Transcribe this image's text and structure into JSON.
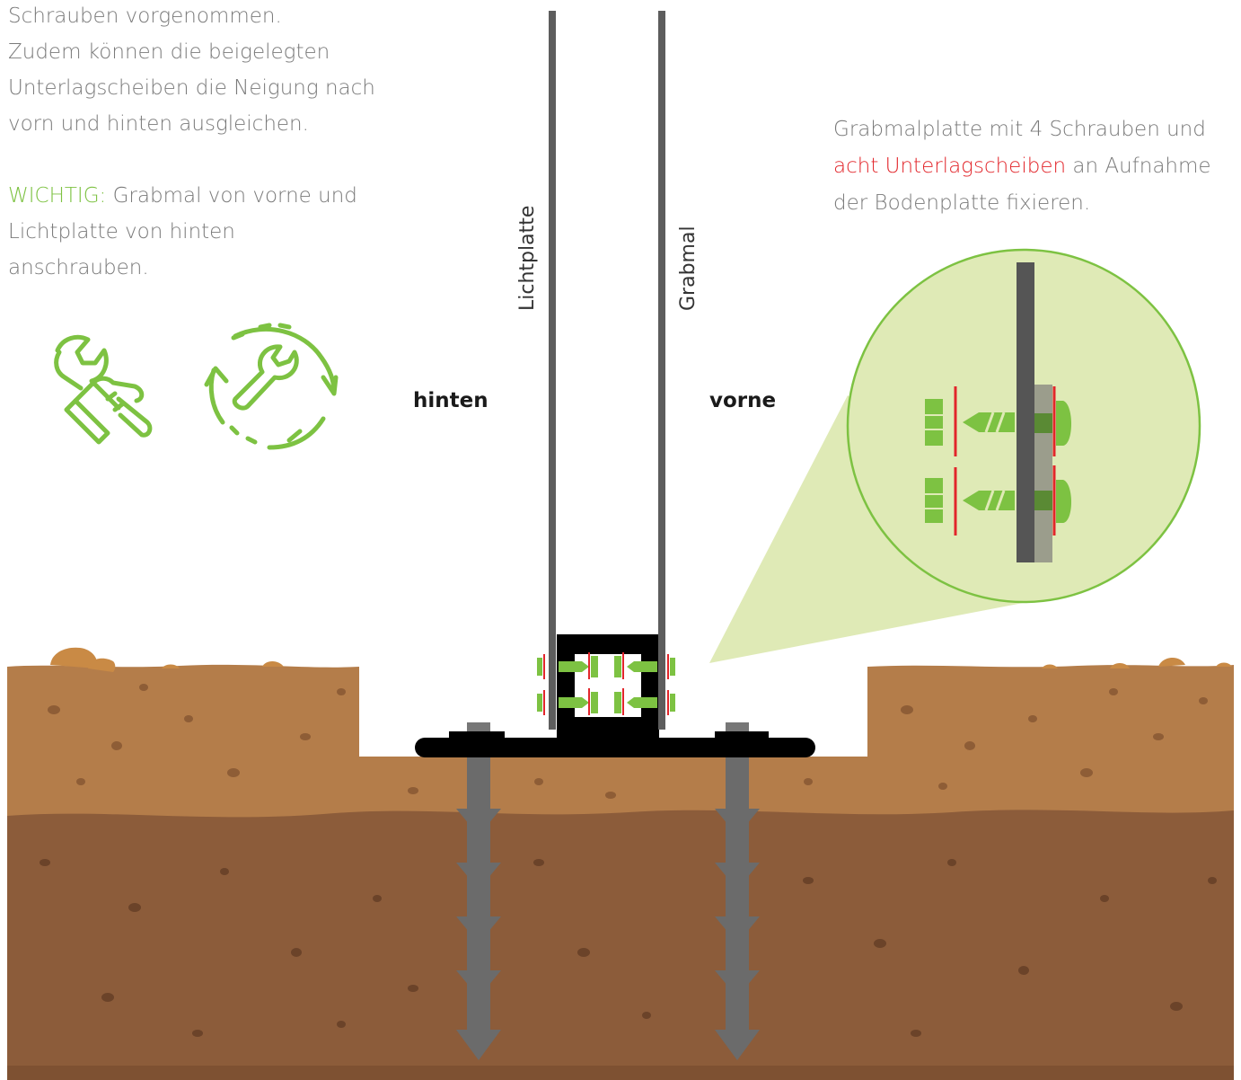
{
  "intro": {
    "line1": "Schrauben vorgenommen.",
    "line2": "Zudem können die beigelegten",
    "line3": "Unterlagscheiben die Neigung nach",
    "line4": "vorn und hinten ausgleichen."
  },
  "important": {
    "keyword": "WICHTIG:",
    "line1_rest": " Grabmal von vorne und",
    "line2": "Lichtplatte von hinten",
    "line3": "anschrauben."
  },
  "instruction": {
    "line1": "Grabmalplatte mit 4 Schrauben und",
    "highlight": "acht Unterlagscheiben",
    "line2_rest": " an Aufnahme",
    "line3": "der Bodenplatte fixieren."
  },
  "labels": {
    "lichtplatte": "Lichtplatte",
    "grabmal": "Grabmal",
    "hinten": "hinten",
    "vorne": "vorne"
  },
  "icons": [
    "wrench-hand-icon",
    "wrench-cycle-icon"
  ],
  "colors": {
    "accent_green": "#7dc242",
    "accent_red": "#e2262b",
    "soil_top": "#b07a48",
    "soil_deep": "#8a5a38",
    "plate": "#000000",
    "anchor": "#6b6b6b",
    "zoom_circle": "#dfeab6"
  }
}
